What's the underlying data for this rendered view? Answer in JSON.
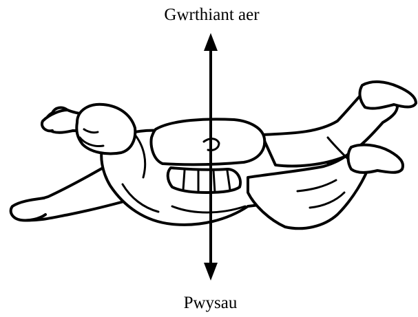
{
  "diagram": {
    "top_label": "Gwrthiant aer",
    "bottom_label": "Pwysau",
    "illustration": "skydiver-freefall",
    "arrows": [
      "up-arrow",
      "down-arrow"
    ],
    "line_color": "#000000",
    "background_color": "#ffffff"
  }
}
